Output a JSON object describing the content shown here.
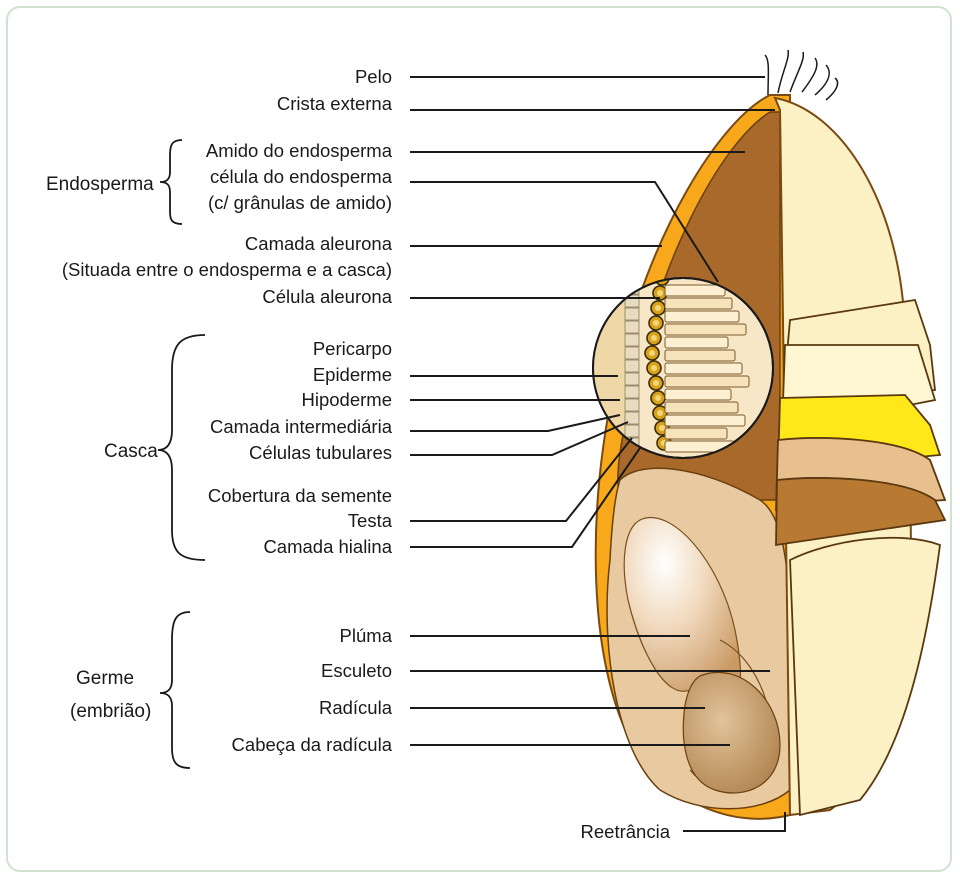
{
  "groups": {
    "endosperma": "Endosperma",
    "casca": "Casca",
    "germe_line1": "Germe",
    "germe_line2": "(embrião)"
  },
  "labels": {
    "pelo": "Pelo",
    "crista_externa": "Crista externa",
    "amido_endosperma": "Amido do endosperma",
    "celula_endosperma": "célula do endosperma",
    "granulas_amido": "(c/ grânulas de amido)",
    "camada_aleurona": "Camada aleurona",
    "situada_entre": "(Situada entre o endosperma e a casca)",
    "celula_aleurona": "Célula aleurona",
    "pericarpo": "Pericarpo",
    "epiderme": "Epiderme",
    "hipoderme": "Hipoderme",
    "camada_intermediaria": "Camada intermediária",
    "celulas_tubulares": "Células tubulares",
    "cobertura_semente": "Cobertura da semente",
    "testa": "Testa",
    "camada_hialina": "Camada hialina",
    "pluma": "Plúma",
    "esculeto": "Esculeto",
    "radicula": "Radícula",
    "cabeca_radicula": "Cabeça da radícula",
    "reetrancia": "Reetrância"
  },
  "colors": {
    "outer_shell": "#f7a81b",
    "endosperm_brown": "#a8692a",
    "pale_cream": "#fbf1c4",
    "bright_yellow": "#ffe81a",
    "tan": "#e7c08d",
    "dark_tan": "#b87a32",
    "germ_light": "#f3dcc0"
  }
}
